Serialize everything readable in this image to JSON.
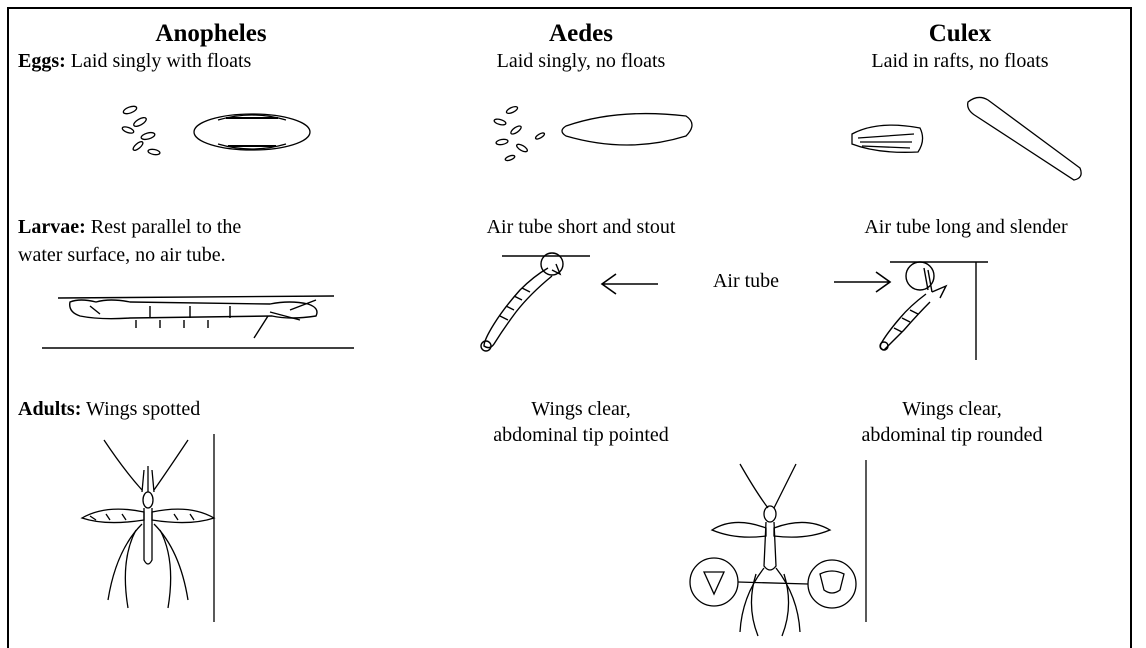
{
  "headers": {
    "anopheles": "Anopheles",
    "aedes": "Aedes",
    "culex": "Culex"
  },
  "eggs": {
    "label": "Eggs:",
    "anopheles": "Laid singly with floats",
    "aedes": "Laid singly, no floats",
    "culex": "Laid in rafts, no floats"
  },
  "larvae": {
    "label": "Larvae:",
    "anopheles_line1": "Rest parallel to the",
    "anopheles_line2": "water surface, no air tube.",
    "aedes": "Air tube short and stout",
    "culex": "Air tube long and slender",
    "air_tube_label": "Air tube"
  },
  "adults": {
    "label": "Adults:",
    "anopheles": "Wings spotted",
    "aedes_line1": "Wings clear,",
    "aedes_line2": "abdominal tip pointed",
    "culex_line1": "Wings clear,",
    "culex_line2": "abdominal tip rounded"
  },
  "colors": {
    "ink": "#000000",
    "background": "#ffffff"
  }
}
